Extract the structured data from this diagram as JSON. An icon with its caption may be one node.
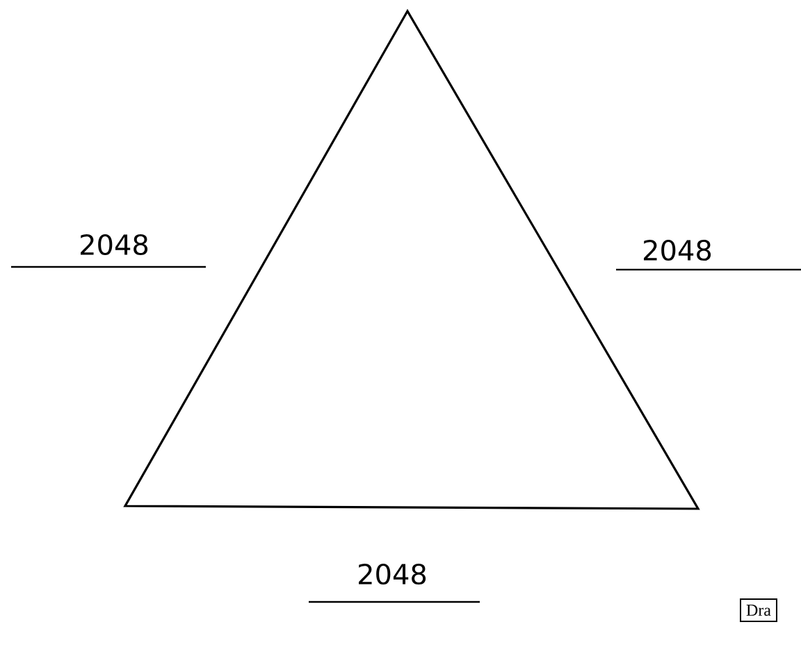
{
  "diagram": {
    "nodes": [
      {
        "text": [],
        "shape": "triangle"
      },
      {
        "text": [
          "Dra"
        ]
      }
    ],
    "labels": [
      "2048",
      "2048",
      "2048"
    ]
  }
}
